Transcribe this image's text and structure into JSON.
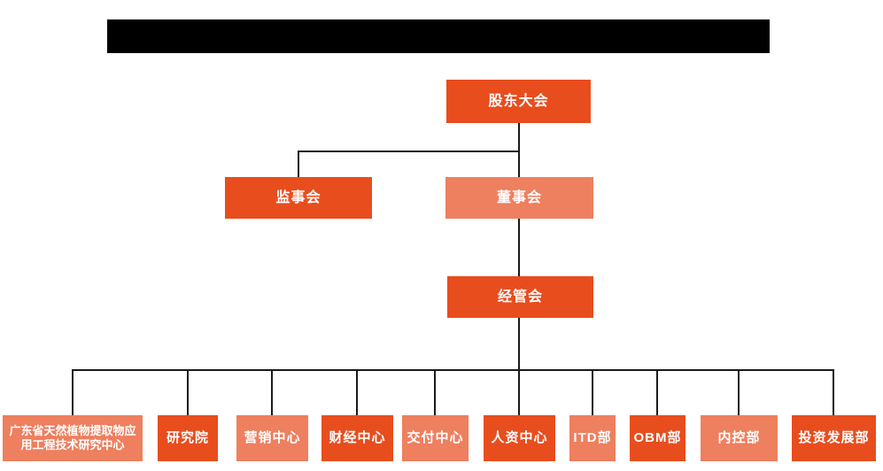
{
  "redaction_bar": {
    "color": "#000000"
  },
  "org_chart": {
    "type": "organization-hierarchy",
    "nodes": {
      "shareholders": {
        "label": "股东大会",
        "variant": "dark"
      },
      "supervisory": {
        "label": "监事会",
        "variant": "dark"
      },
      "board": {
        "label": "董事会",
        "variant": "light"
      },
      "management": {
        "label": "经管会",
        "variant": "dark"
      },
      "departments": [
        {
          "label": "广东省天然植物提取物应用工程技术研究中心",
          "variant": "light"
        },
        {
          "label": "研究院",
          "variant": "dark"
        },
        {
          "label": "营销中心",
          "variant": "light"
        },
        {
          "label": "财经中心",
          "variant": "dark"
        },
        {
          "label": "交付中心",
          "variant": "light"
        },
        {
          "label": "人资中心",
          "variant": "dark"
        },
        {
          "label": "ITD部",
          "variant": "light"
        },
        {
          "label": "OBM部",
          "variant": "dark"
        },
        {
          "label": "内控部",
          "variant": "light"
        },
        {
          "label": "投资发展部",
          "variant": "dark"
        }
      ]
    },
    "edges": [
      "shareholders -> supervisory",
      "shareholders -> board",
      "board -> management",
      "management -> all departments"
    ],
    "colors": {
      "dark": "#e84d1e",
      "light": "#ee7f5f",
      "line": "#1a1a1a",
      "text": "#ffffff",
      "background": "#ffffff"
    }
  }
}
